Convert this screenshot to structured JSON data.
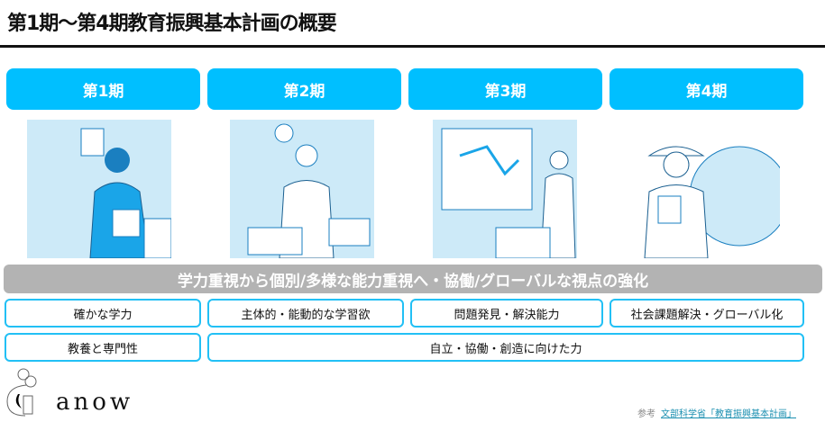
{
  "title": "第1期〜第4期教育振興基本計画の概要",
  "periods": [
    {
      "label": "第1期"
    },
    {
      "label": "第2期"
    },
    {
      "label": "第3期"
    },
    {
      "label": "第4期"
    }
  ],
  "banner": "学力重視から個別/多様な能力重視へ・協働/グローバルな視点の強化",
  "row1": [
    "確かな学力",
    "主体的・能動的な学習欲",
    "問題発見・解決能力",
    "社会課題解決・グローバル化"
  ],
  "row2": [
    "教養と専門性",
    "自立・協働・創造に向けた力"
  ],
  "logo": "anow",
  "reference": {
    "prefix": "参考",
    "link": "文部科学省「教育振興基本計画」"
  },
  "colors": {
    "accent": "#00bfff",
    "banner": "#b3b3b3"
  }
}
